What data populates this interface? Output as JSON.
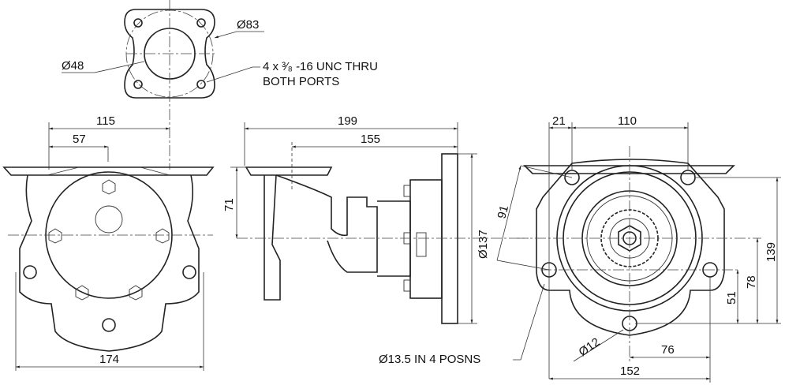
{
  "port_view": {
    "outer_circle_dia": "Ø83",
    "bore_dia": "Ø48",
    "thread_note_line1": "4 x ³⁄₈ -16 UNC THRU",
    "thread_note_line2": "BOTH PORTS"
  },
  "front_view": {
    "dim_115": "115",
    "dim_57": "57",
    "dim_174": "174"
  },
  "side_view": {
    "dim_199": "199",
    "dim_155": "155",
    "dim_71": "71",
    "flange_dia": "Ø137",
    "mount_hole_note": "Ø13.5 IN 4 POSNS"
  },
  "end_view": {
    "dim_21": "21",
    "dim_110": "110",
    "dim_91": "91",
    "dim_139": "139",
    "dim_78": "78",
    "dim_51": "51",
    "dim_76": "76",
    "dim_152": "152",
    "hole_dia": "Ø12"
  }
}
